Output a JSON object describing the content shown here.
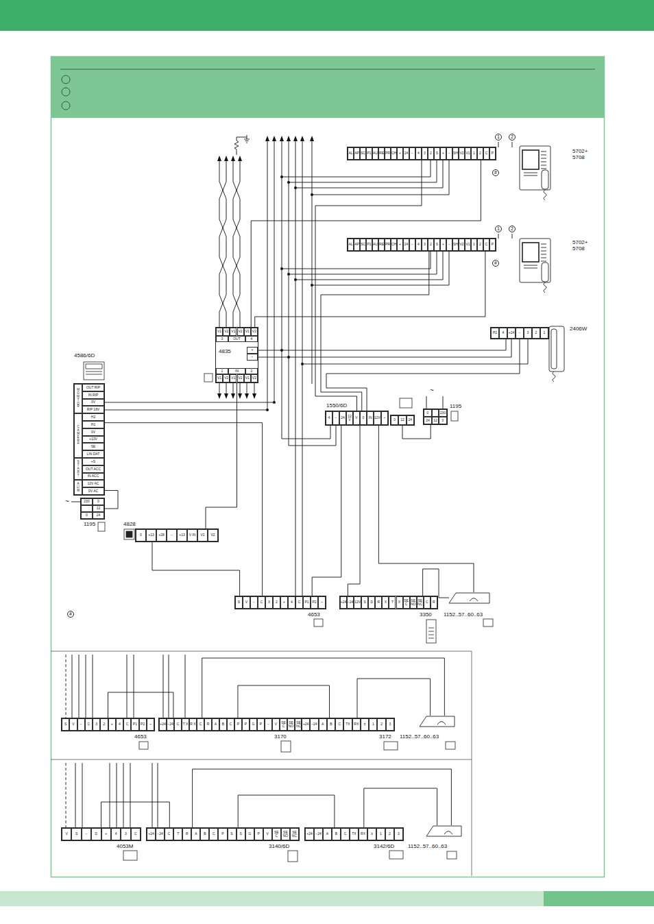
{
  "diagram": {
    "nodes": [
      {
        "text": [
          "5702+ 5708",
          "AL",
          "AP",
          "SC",
          "P1",
          "AU",
          "RE",
          "PR",
          "CH",
          "+",
          "24",
          "−",
          "4",
          "3",
          "2",
          "S",
          "+",
          "−",
          "SH",
          "V2",
          "V1",
          "1",
          "2",
          "C",
          "P"
        ]
      },
      {
        "text": [
          "5702+ 5708",
          "AL",
          "AP",
          "SC",
          "P1",
          "AU",
          "RE",
          "PR",
          "CH",
          "+",
          "24",
          "−",
          "4",
          "3",
          "2",
          "S",
          "+",
          "−",
          "SH",
          "V2",
          "V1",
          "1",
          "2",
          "C",
          "P"
        ]
      },
      {
        "text": [
          "2406W",
          "P2",
          "4",
          "+24",
          "−",
          "3",
          "2",
          "1"
        ]
      },
      {
        "text": [
          "4835",
          "V1",
          "V2",
          "V1",
          "V2",
          "V1",
          "V2",
          "3",
          "OUT",
          "4",
          "+",
          "−",
          "1",
          "IN",
          "2",
          "V1",
          "V2",
          "V1",
          "V2",
          "V1",
          "V2"
        ]
      },
      {
        "text": [
          "4586/6D",
          "MONITOR",
          "OUT RIP",
          "IN RIP",
          "0V",
          "RIP 18V",
          "CAMERA",
          "H2",
          "H1",
          "0V",
          "+13V",
          "SE",
          "LIN DAT",
          "START",
          "+S",
          "OUT ACC",
          "IN ACC",
          "ALIM",
          "12V AC",
          "0V AC"
        ]
      },
      {
        "text": [
          "1195",
          "230",
          "0",
          "12",
          "0",
          "24"
        ]
      },
      {
        "text": [
          "4828",
          "0",
          "+13",
          "+28",
          "−",
          "+13",
          "V IN",
          "V1",
          "V2"
        ]
      },
      {
        "text": [
          "1550/6D",
          "4",
          "−",
          "24",
          "12 V",
          "V",
          "0",
          "IN",
          "12V",
          "~"
        ]
      },
      {
        "text": [
          "0",
          "12",
          "24"
        ]
      },
      {
        "text": [
          "1195",
          "0",
          "230",
          "24",
          "12",
          "0"
        ]
      },
      {
        "text": [
          "4653",
          "S",
          "V",
          "−",
          "C",
          "3",
          "2",
          "+",
          "4",
          "C",
          "P1",
          "P2",
          "~"
        ]
      },
      {
        "text": [
          "3350",
          "+24",
          "−24",
          "12V",
          "S",
          "D",
          "R",
          "X",
          "T",
          "X",
          "SE C",
          "SE NO",
          "SE NC",
          "C",
          "R"
        ]
      },
      {
        "text": [
          "1152..57..60..63"
        ]
      },
      {
        "text": [
          "4653",
          "S",
          "V",
          "−",
          "C",
          "3",
          "2",
          "+",
          "4",
          "C",
          "P1",
          "P2",
          "~"
        ]
      },
      {
        "text": [
          "3170",
          "+24",
          "−24",
          "C",
          "T X",
          "R X",
          "C",
          "R",
          "A",
          "B",
          "C",
          "P",
          "P",
          "G",
          "P",
          "−",
          "V",
          "SE C",
          "SE NO",
          "SE NC"
        ]
      },
      {
        "text": [
          "3172",
          "+24",
          "−24",
          "A",
          "B",
          "C",
          "TX",
          "RX",
          "±",
          "1",
          "2",
          "3"
        ]
      },
      {
        "text": [
          "1152..57..60..63"
        ]
      },
      {
        "text": [
          "4053M",
          "V",
          "S",
          "−",
          "D",
          "+",
          "4",
          "3",
          "C"
        ]
      },
      {
        "text": [
          "3140/6D",
          "+24",
          "−24",
          "C",
          "T",
          "R",
          "A",
          "B",
          "C",
          "P",
          "S",
          "S",
          "G",
          "P",
          "V",
          "SE C",
          "SE NO",
          "SE NC"
        ]
      },
      {
        "text": [
          "3142/6D",
          "+24",
          "−24",
          "A",
          "B",
          "C",
          "TX",
          "RX",
          "±",
          "1",
          "2",
          "3"
        ]
      },
      {
        "text": [
          "1152..57..60..63"
        ]
      }
    ],
    "edges": [
      {
        "from": 3,
        "to": 0,
        "arrow": "none"
      },
      {
        "from": 3,
        "to": 1,
        "arrow": "none"
      },
      {
        "from": 3,
        "to": 6,
        "arrow": "none"
      },
      {
        "from": 6,
        "to": 10,
        "arrow": "none"
      },
      {
        "from": 4,
        "to": 10,
        "arrow": "none"
      },
      {
        "from": 5,
        "to": 4,
        "arrow": "none"
      },
      {
        "from": 7,
        "to": 10,
        "arrow": "none"
      },
      {
        "from": 7,
        "to": 11,
        "arrow": "none"
      },
      {
        "from": 8,
        "to": 9,
        "arrow": "none"
      },
      {
        "from": 7,
        "to": 0,
        "arrow": "none"
      },
      {
        "from": 7,
        "to": 1,
        "arrow": "none"
      },
      {
        "from": 7,
        "to": 2,
        "arrow": "none"
      },
      {
        "from": 11,
        "to": 12,
        "arrow": "none"
      },
      {
        "from": 7,
        "to": 12,
        "arrow": "none"
      },
      {
        "from": 13,
        "to": 14,
        "arrow": "none"
      },
      {
        "from": 14,
        "to": 15,
        "arrow": "none"
      },
      {
        "from": 15,
        "to": 16,
        "arrow": "none"
      },
      {
        "from": 14,
        "to": 16,
        "arrow": "none"
      },
      {
        "from": 17,
        "to": 18,
        "arrow": "none"
      },
      {
        "from": 18,
        "to": 19,
        "arrow": "none"
      },
      {
        "from": 19,
        "to": 20,
        "arrow": "none"
      },
      {
        "from": 18,
        "to": 20,
        "arrow": "none"
      }
    ],
    "labels": [
      "1",
      "2",
      "1",
      "2",
      "#",
      "#",
      "#",
      "~",
      "~"
    ]
  }
}
